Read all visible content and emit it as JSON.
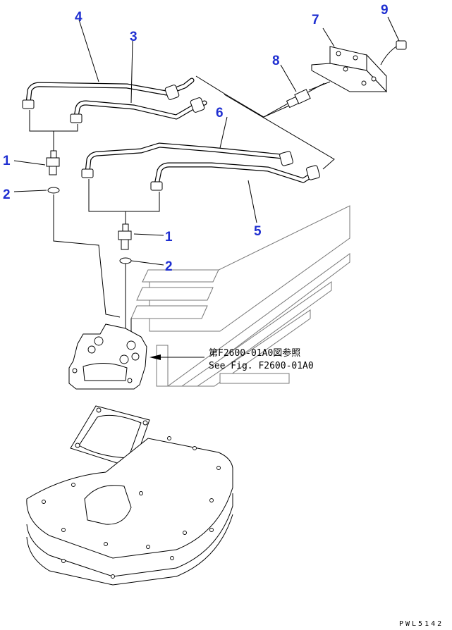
{
  "callouts": {
    "c1a": "1",
    "c2a": "2",
    "c1b": "1",
    "c2b": "2",
    "c3": "3",
    "c4": "4",
    "c5": "5",
    "c6": "6",
    "c7": "7",
    "c8": "8",
    "c9": "9"
  },
  "reference": {
    "japanese": "第F2600-01A0図参照",
    "english": "See Fig. F2600-01A0"
  },
  "drawing_code": "PWL5142",
  "colors": {
    "callout": "#1f2fd1",
    "lines": "#000000"
  }
}
